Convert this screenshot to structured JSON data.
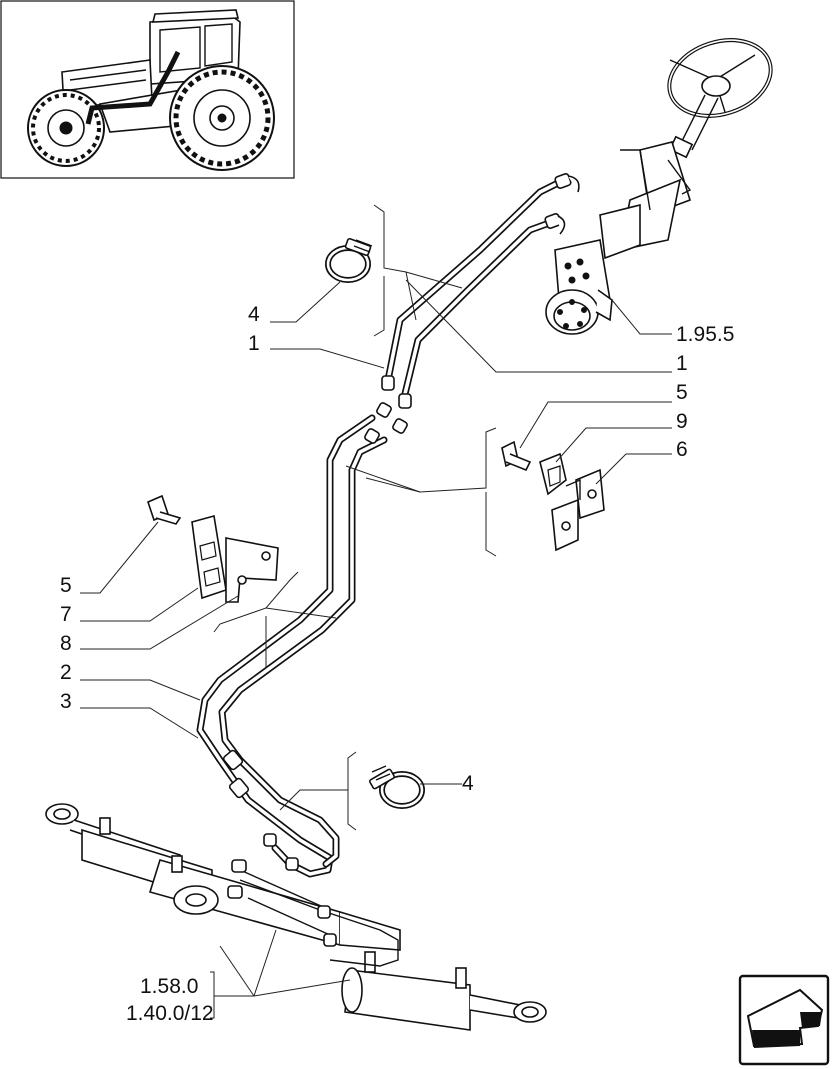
{
  "labels": {
    "p1_a": "1",
    "p1_b": "1",
    "p2": "2",
    "p3": "3",
    "p4_a": "4",
    "p4_b": "4",
    "p5_a": "5",
    "p5_b": "5",
    "p6": "6",
    "p7": "7",
    "p8": "8",
    "p9": "9",
    "ref_steering": "1.95.5",
    "ref_cyl_1": "1.58.0",
    "ref_cyl_2": "1.40.0/12"
  },
  "icons": {
    "tractor": "tractor-location-inset-icon",
    "nav": "previous-page-arrow-icon"
  }
}
